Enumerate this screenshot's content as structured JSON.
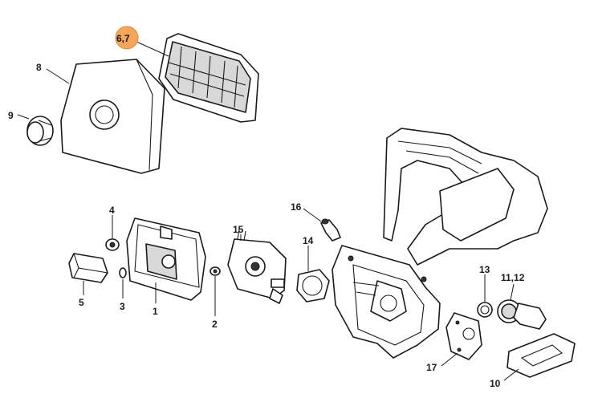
{
  "accent_color": "#f5a65b",
  "callouts": {
    "p67": "6,7",
    "p8": "8",
    "p9": "9",
    "p4": "4",
    "p5": "5",
    "p3": "3",
    "p1": "1",
    "p2": "2",
    "p15": "15",
    "p16": "16",
    "p14": "14",
    "p13": "13",
    "p1112": "11,12",
    "p17": "17",
    "p10": "10"
  }
}
